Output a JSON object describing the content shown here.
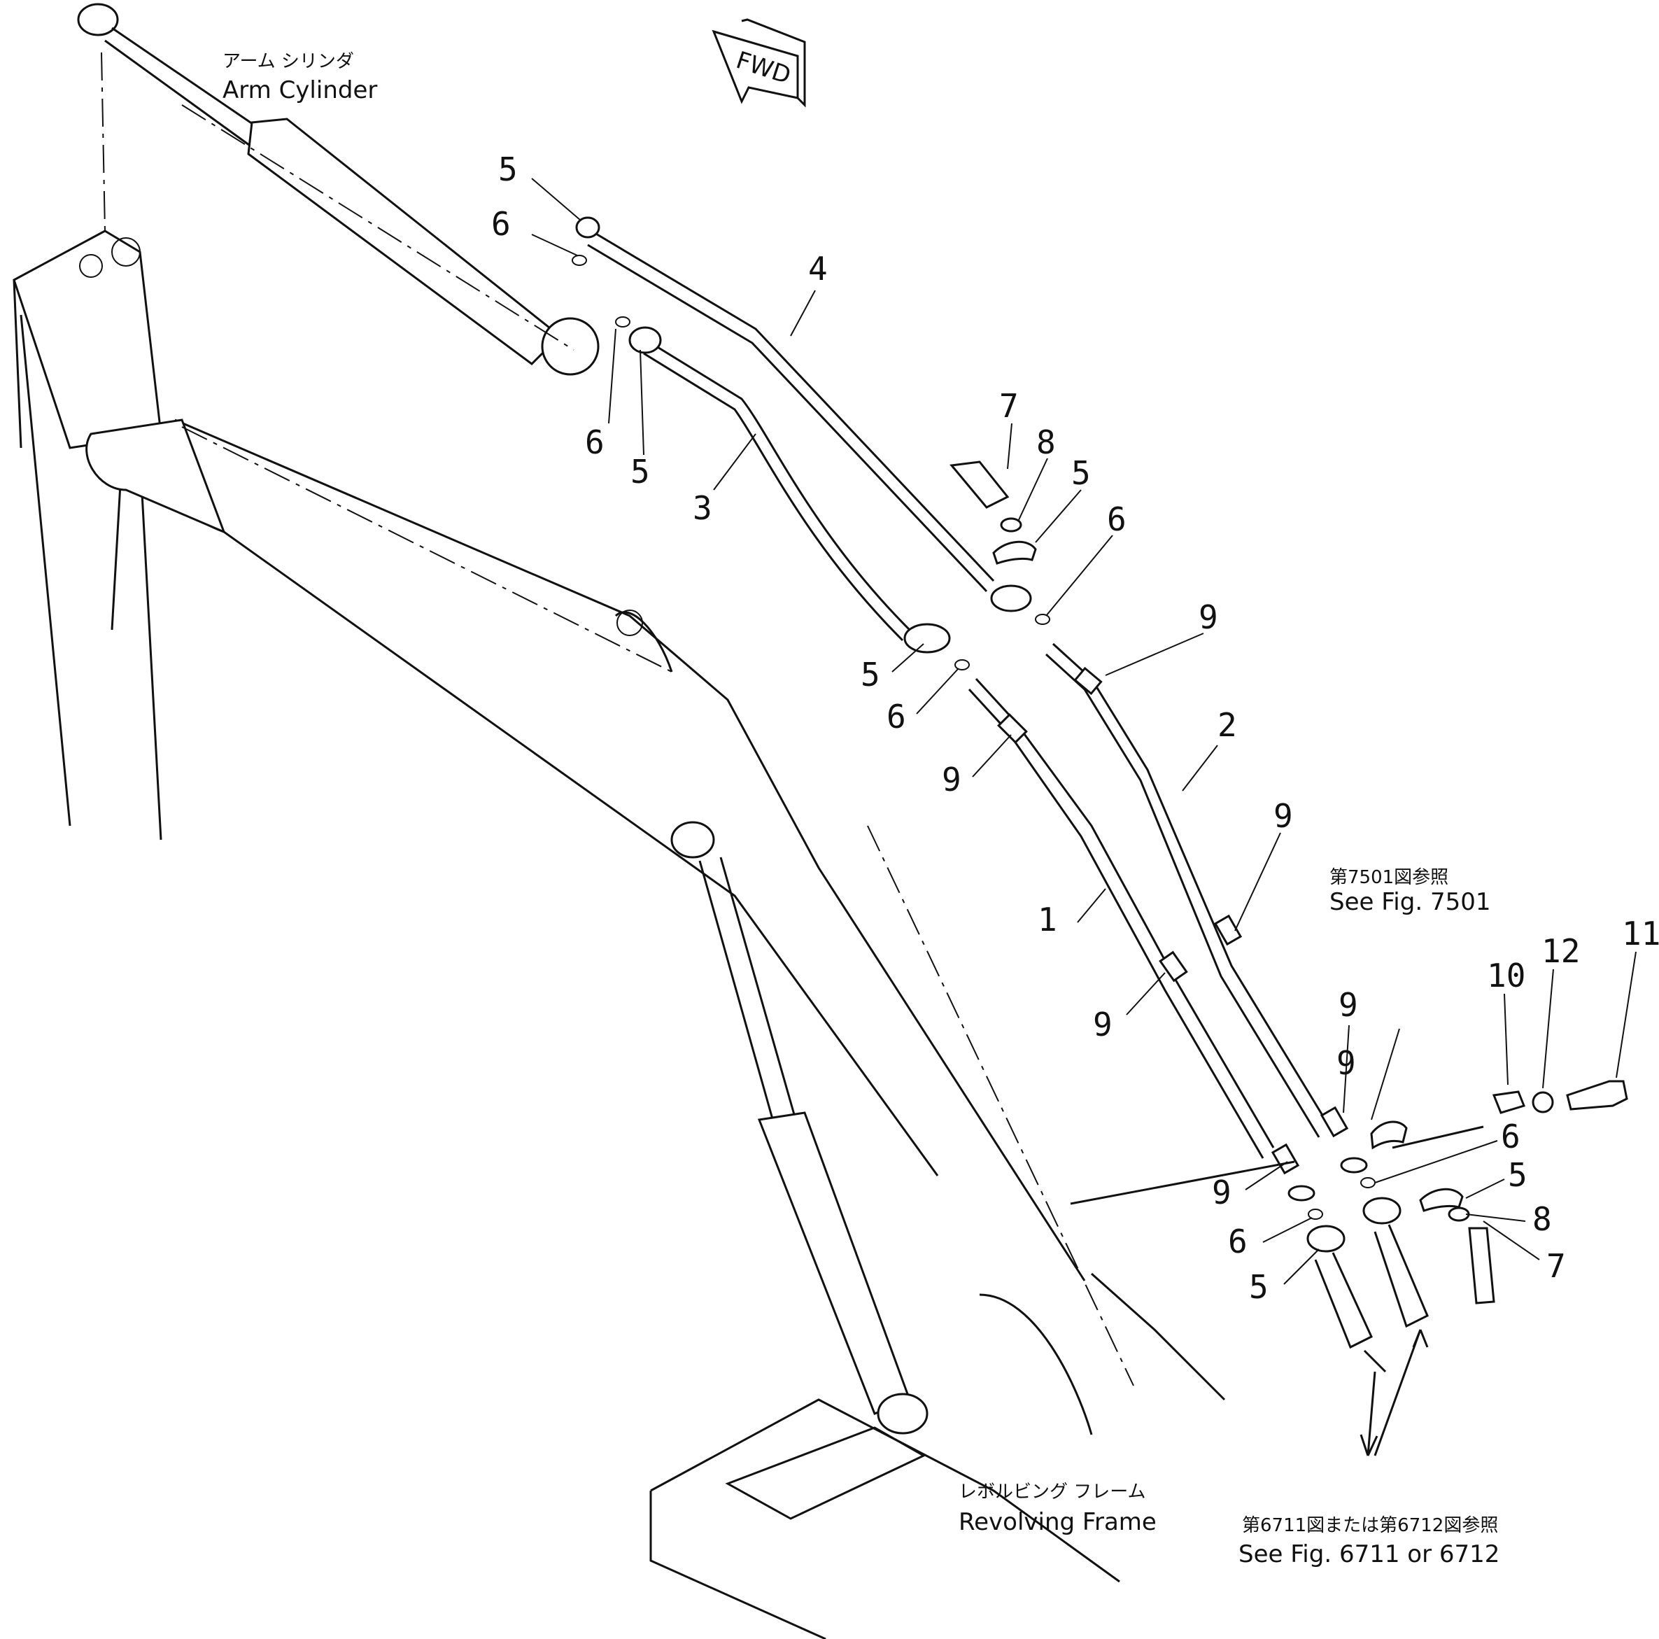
{
  "labels": {
    "arm_cylinder_jp": "アーム シリンダ",
    "arm_cylinder_en": "Arm Cylinder",
    "revolving_frame_jp": "レボルビング フレーム",
    "revolving_frame_en": "Revolving Frame",
    "ref_7501_jp": "第7501図参照",
    "ref_7501_en": "See Fig. 7501",
    "ref_6711_jp": "第6711図または第6712図参照",
    "ref_6711_en": "See Fig. 6711 or 6712",
    "fwd": "FWD"
  },
  "callouts": [
    "5",
    "6",
    "4",
    "6",
    "5",
    "3",
    "7",
    "8",
    "5",
    "6",
    "9",
    "5",
    "6",
    "9",
    "2",
    "9",
    "1",
    "9",
    "9",
    "10",
    "12",
    "11",
    "9",
    "6",
    "5",
    "8",
    "7",
    "6",
    "5",
    "9"
  ]
}
